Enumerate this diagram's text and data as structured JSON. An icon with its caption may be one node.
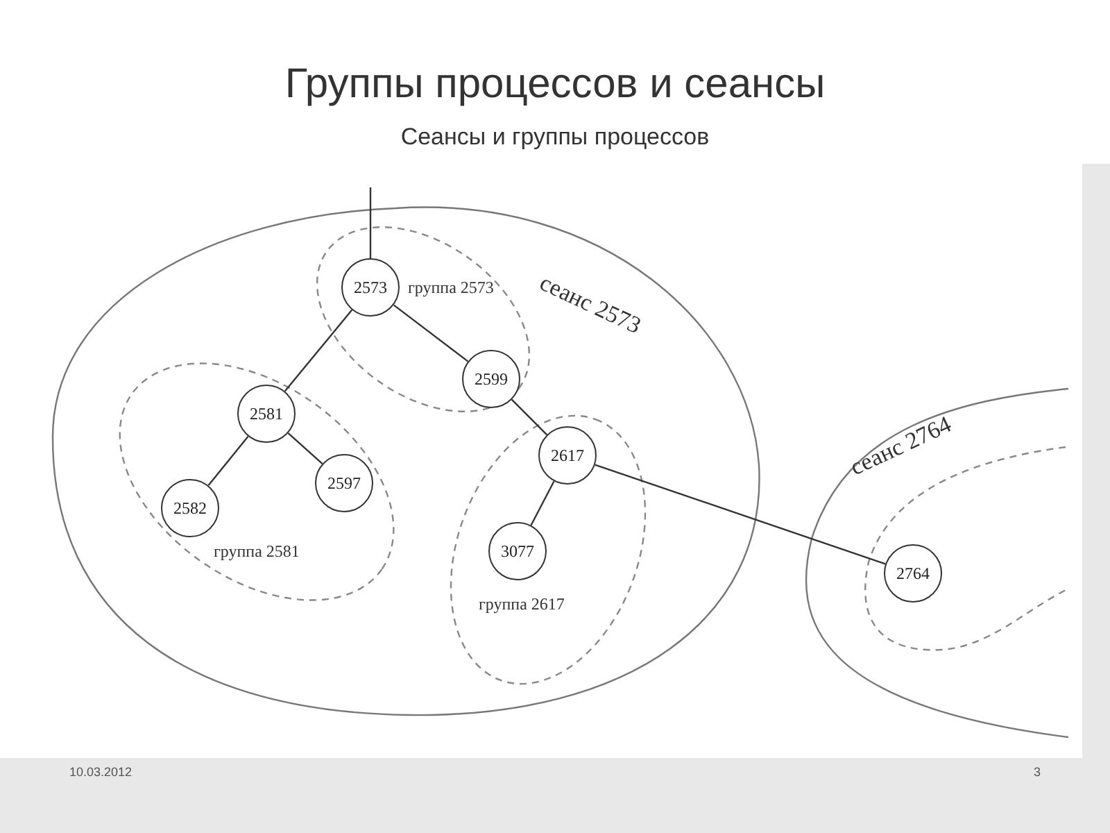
{
  "diagram": {
    "title": "Группы процессов и сеансы",
    "caption": "Сеансы и группы процессов",
    "nodes": [
      {
        "text": [
          "сеанс 2573"
        ]
      },
      {
        "text": [
          "группа 2573"
        ],
        "in": 0
      },
      {
        "text": [
          "2573"
        ],
        "in": 1
      },
      {
        "text": [
          "2599"
        ],
        "in": 1
      },
      {
        "text": [
          "группа 2581"
        ],
        "in": 0
      },
      {
        "text": [
          "2581"
        ],
        "in": 4
      },
      {
        "text": [
          "2582"
        ],
        "in": 4
      },
      {
        "text": [
          "2597"
        ],
        "in": 4
      },
      {
        "text": [
          "группа 2617"
        ],
        "in": 0
      },
      {
        "text": [
          "2617"
        ],
        "in": 8
      },
      {
        "text": [
          "3077"
        ],
        "in": 8
      },
      {
        "text": [
          "сеанс 2764"
        ]
      },
      {
        "text": [],
        "shape": "oval",
        "in": 11
      },
      {
        "text": [
          "2764"
        ],
        "in": 12
      }
    ],
    "edges": [
      {
        "from": null,
        "to": 2,
        "arrow": "none"
      },
      {
        "from": 2,
        "to": 5,
        "arrow": "none"
      },
      {
        "from": 2,
        "to": 3,
        "arrow": "none"
      },
      {
        "from": 3,
        "to": 9,
        "arrow": "none"
      },
      {
        "from": 5,
        "to": 6,
        "arrow": "none"
      },
      {
        "from": 5,
        "to": 7,
        "arrow": "none"
      },
      {
        "from": 9,
        "to": 10,
        "arrow": "none"
      },
      {
        "from": 9,
        "to": 13,
        "arrow": "none"
      }
    ],
    "labels": [
      "10.03.2012",
      "3"
    ]
  }
}
